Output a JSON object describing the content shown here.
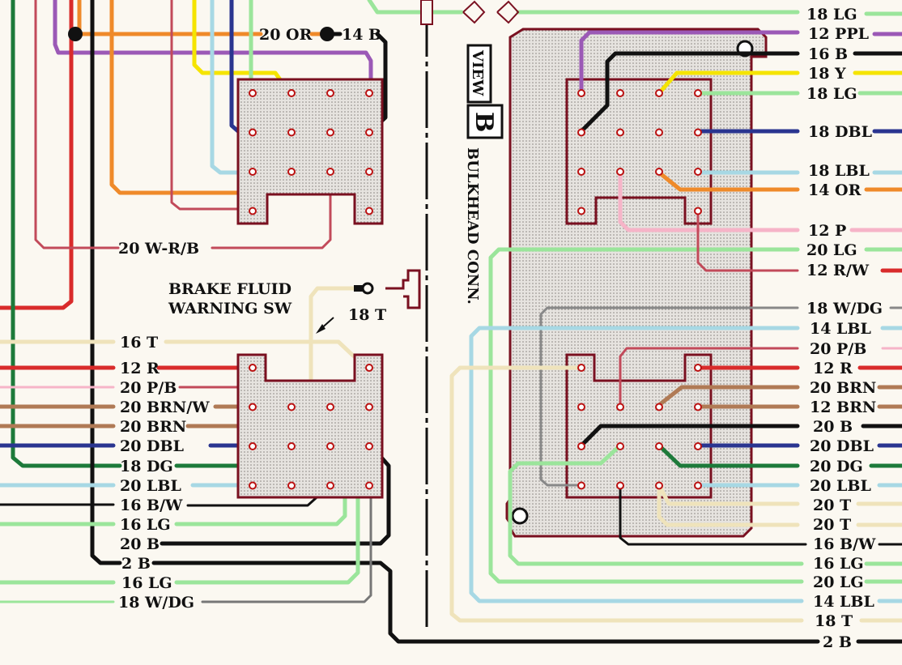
{
  "colors": {
    "LG": "#9be59b",
    "PPL": "#9b59b6",
    "B": "#111111",
    "Y": "#f5e400",
    "DBL": "#2a3590",
    "LBL": "#a7d8e4",
    "OR": "#ef8a2a",
    "P": "#f6b4c8",
    "R": "#d92b2b",
    "T": "#efe3bb",
    "BRN": "#b07a55",
    "DG": "#1d7a3a",
    "W": "#ffffff",
    "connector": "#7a1020",
    "pin": "#cc2222"
  },
  "left": {
    "top_labels": [
      "20 OR",
      "14 B"
    ],
    "upper_label": "20 W-R/B",
    "brake_switch": {
      "line1": "BRAKE FLUID",
      "line2": "WARNING SW",
      "wire": "18 T"
    },
    "labels": [
      "16 T",
      "12 R",
      "20 P/B",
      "20 BRN/W",
      "20 BRN",
      "20 DBL",
      "18 DG",
      "20 LBL",
      "16 B/W",
      "16 LG",
      "20 B",
      "2 B",
      "16 LG",
      "18 W/DG"
    ]
  },
  "bulkhead": {
    "title": "BULKHEAD CONN.",
    "view_word": "VIEW",
    "view_letter": "B"
  },
  "right": {
    "labels": [
      "18 LG",
      "12 PPL",
      "16 B",
      "18 Y",
      "18 LG",
      "18 DBL",
      "18 LBL",
      "14 OR",
      "12 P",
      "20 LG",
      "12 R/W",
      "18 W/DG",
      "14 LBL",
      "20 P/B",
      "12 R",
      "20 BRN",
      "12 BRN",
      "20 B",
      "20 DBL",
      "20 DG",
      "20 LBL",
      "20 T",
      "20 T",
      "16 B/W",
      "16 LG",
      "20 LG",
      "14 LBL",
      "18 T",
      "2 B"
    ]
  }
}
